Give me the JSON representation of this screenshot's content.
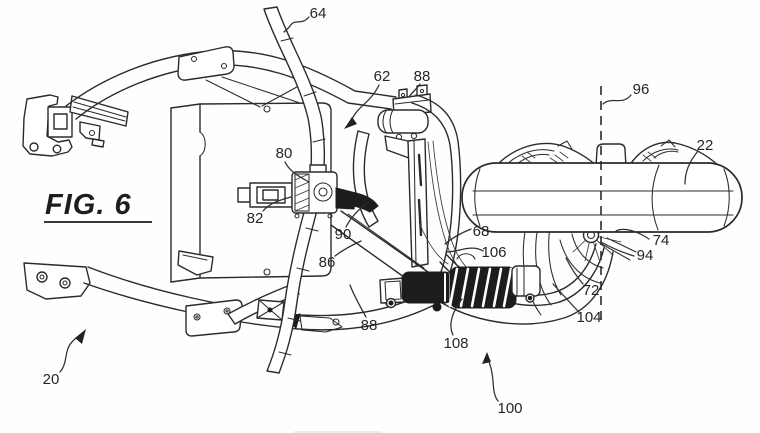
{
  "figure": {
    "caption": "FIG. 6",
    "background_color": "#ffffff",
    "line_color": "#2b2b2b"
  },
  "reference_numerals": [
    {
      "text": "64"
    },
    {
      "text": "62"
    },
    {
      "text": "88"
    },
    {
      "text": "96"
    },
    {
      "text": "22"
    },
    {
      "text": "80"
    },
    {
      "text": "82"
    },
    {
      "text": "90"
    },
    {
      "text": "86"
    },
    {
      "text": "68"
    },
    {
      "text": "106"
    },
    {
      "text": "74"
    },
    {
      "text": "94"
    },
    {
      "text": "72"
    },
    {
      "text": "104"
    },
    {
      "text": "88"
    },
    {
      "text": "108"
    },
    {
      "text": "100"
    },
    {
      "text": "20"
    }
  ]
}
